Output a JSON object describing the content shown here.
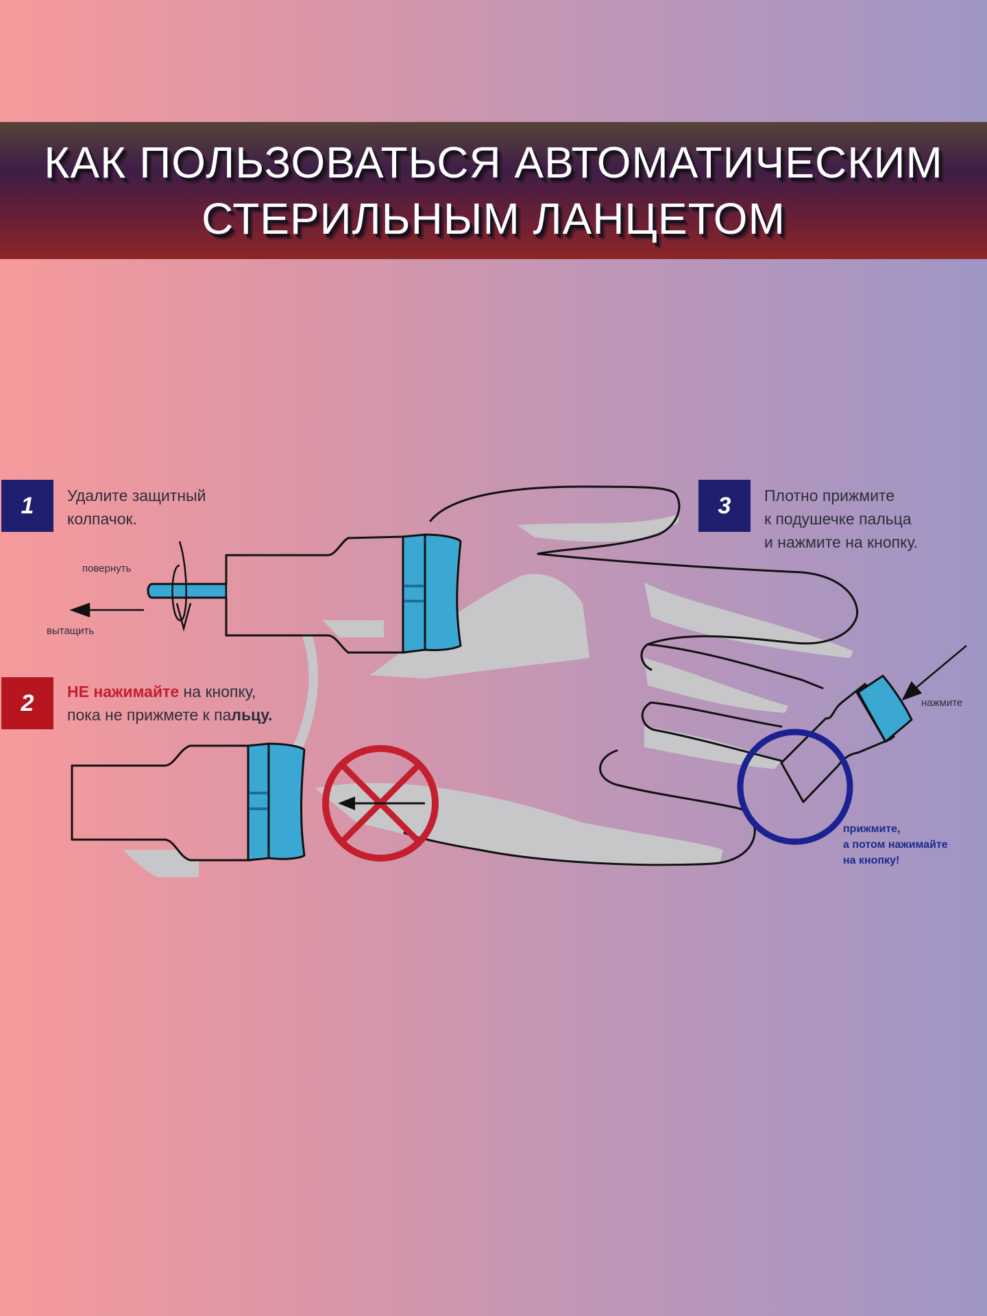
{
  "title": {
    "line1": "КАК ПОЛЬЗОВАТЬСЯ АВТОМАТИЧЕСКИМ",
    "line2": "СТЕРИЛЬНЫМ ЛАНЦЕТОМ"
  },
  "colors": {
    "step1_badge": "#1e1f6e",
    "step2_badge": "#b8161f",
    "step3_badge": "#1e1f6e",
    "lancet_blue": "#3ba8d4",
    "prohibit_red": "#c41f2e",
    "press_circle": "#1b2190"
  },
  "steps": [
    {
      "number": "1",
      "line1": "Удалите защитный",
      "line2": "колпачок.",
      "label_twist": "повернуть",
      "label_pull": "вытащить"
    },
    {
      "number": "2",
      "line1_bold": "НЕ нажимайте",
      "line1_rest": " на кнопку,",
      "line2_a": "пока не прижмете к па",
      "line2_b": "льцу."
    },
    {
      "number": "3",
      "line1": "Плотно прижмите",
      "line2": "к подушечке пальца",
      "line3": "и нажмите на кнопку.",
      "label_press": "нажмите",
      "warning": [
        "прижмите,",
        "а потом нажимайте",
        "на кнопку!"
      ]
    }
  ]
}
